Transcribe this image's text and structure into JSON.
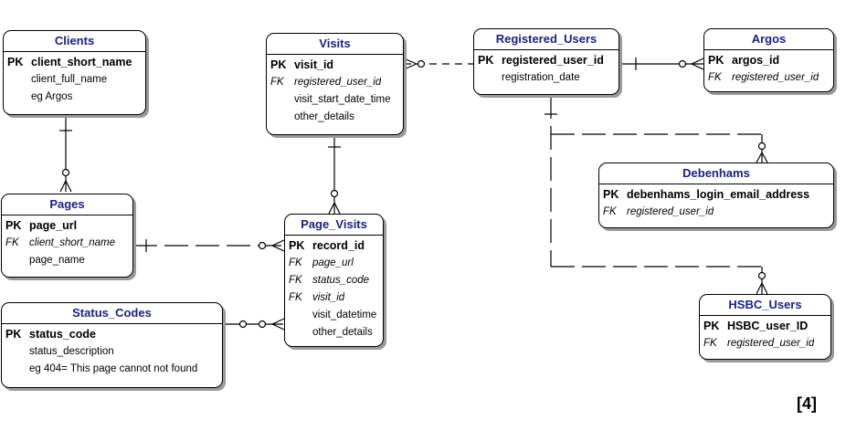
{
  "entities": {
    "clients": {
      "title": "Clients",
      "rows": [
        {
          "key": "PK",
          "name": "client_short_name"
        },
        {
          "key": "",
          "name": "client_full_name"
        },
        {
          "key": "",
          "name": "eg Argos"
        }
      ]
    },
    "pages": {
      "title": "Pages",
      "rows": [
        {
          "key": "PK",
          "name": "page_url"
        },
        {
          "key": "FK",
          "name": "client_short_name"
        },
        {
          "key": "",
          "name": "page_name"
        }
      ]
    },
    "status_codes": {
      "title": "Status_Codes",
      "rows": [
        {
          "key": "PK",
          "name": "status_code"
        },
        {
          "key": "",
          "name": "status_description"
        },
        {
          "key": "",
          "name": "eg 404= This page cannot not found"
        }
      ]
    },
    "visits": {
      "title": "Visits",
      "rows": [
        {
          "key": "PK",
          "name": "visit_id"
        },
        {
          "key": "FK",
          "name": "registered_user_id"
        },
        {
          "key": "",
          "name": "visit_start_date_time"
        },
        {
          "key": "",
          "name": "other_details"
        }
      ]
    },
    "page_visits": {
      "title": "Page_Visits",
      "rows": [
        {
          "key": "PK",
          "name": "record_id"
        },
        {
          "key": "FK",
          "name": "page_url"
        },
        {
          "key": "FK",
          "name": "status_code"
        },
        {
          "key": "FK",
          "name": "visit_id"
        },
        {
          "key": "",
          "name": "visit_datetime"
        },
        {
          "key": "",
          "name": "other_details"
        }
      ]
    },
    "registered_users": {
      "title": "Registered_Users",
      "rows": [
        {
          "key": "PK",
          "name": "registered_user_id"
        },
        {
          "key": "",
          "name": "registration_date"
        }
      ]
    },
    "argos": {
      "title": "Argos",
      "rows": [
        {
          "key": "PK",
          "name": "argos_id"
        },
        {
          "key": "FK",
          "name": "registered_user_id"
        }
      ]
    },
    "debenhams": {
      "title": "Debenhams",
      "rows": [
        {
          "key": "PK",
          "name": "debenhams_login_email_address"
        },
        {
          "key": "FK",
          "name": "registered_user_id"
        }
      ]
    },
    "hsbc_users": {
      "title": "HSBC_Users",
      "rows": [
        {
          "key": "PK",
          "name": "HSBC_user_ID"
        },
        {
          "key": "FK",
          "name": "registered_user_id"
        }
      ]
    }
  },
  "mark_label": "[4]",
  "colors": {
    "title": "#1a237e",
    "border": "#000000",
    "shadow": "#9a9a9a"
  }
}
